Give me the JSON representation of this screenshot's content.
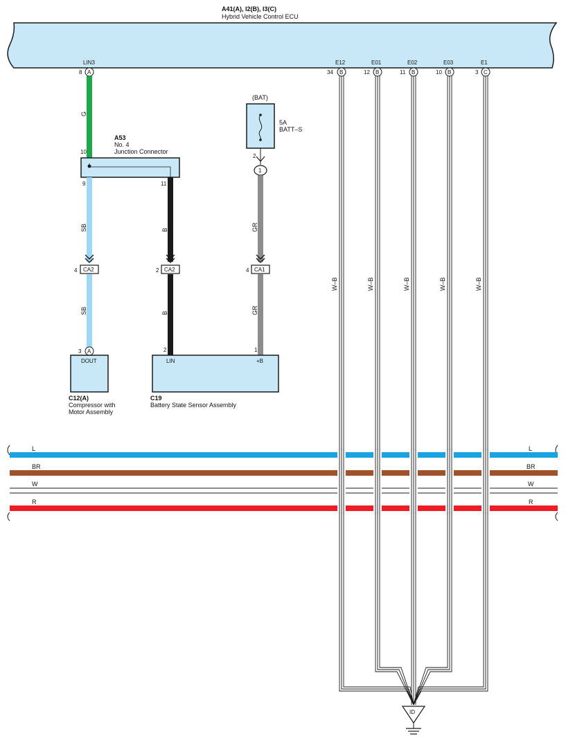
{
  "ecu": {
    "code": "A41(A), I2(B), I3(C)",
    "name": "Hybrid Vehicle Control ECU",
    "fill_color": "#c8e8f8",
    "terminals": [
      {
        "name": "LIN3",
        "pin": "8",
        "conn": "A"
      },
      {
        "name": "E12",
        "pin": "34",
        "conn": "B"
      },
      {
        "name": "E01",
        "pin": "12",
        "conn": "B"
      },
      {
        "name": "E02",
        "pin": "11",
        "conn": "B"
      },
      {
        "name": "E03",
        "pin": "10",
        "conn": "B"
      },
      {
        "name": "E1",
        "pin": "3",
        "conn": "C"
      }
    ]
  },
  "junction": {
    "code": "A53",
    "line1": "No.  4",
    "line2": "Junction Connector",
    "pin_in": "10",
    "pin_out_left": "9",
    "pin_out_right": "11"
  },
  "fuse": {
    "source": "(BAT)",
    "rating": "5A",
    "name": "BATT–S",
    "pin": "2",
    "splice": "1"
  },
  "wires": {
    "lin3": {
      "color_code": "G",
      "color": "#1aa84a"
    },
    "sb": {
      "color_code": "SB",
      "color": "#9fd8f4"
    },
    "b": {
      "color_code": "B",
      "color": "#1a1a1a"
    },
    "gr": {
      "color_code": "GR",
      "color": "#8c8c8c"
    },
    "ground": {
      "color_code": "W–B"
    }
  },
  "connectors": [
    {
      "pin": "4",
      "name": "CA2"
    },
    {
      "pin": "2",
      "name": "CA2"
    },
    {
      "pin": "4",
      "name": "CA1"
    }
  ],
  "compressor": {
    "code": "C12(A)",
    "line1": "Compressor with",
    "line2": "Motor Assembly",
    "terminal": "DOUT",
    "pin": "3",
    "conn": "A"
  },
  "battery_sensor": {
    "code": "C19",
    "name": "Battery State Sensor Assembly",
    "term_left": "LIN",
    "term_right": "+B",
    "pin_left": "2",
    "pin_right": "1"
  },
  "buses": [
    {
      "code": "L",
      "color": "#1aa3e0"
    },
    {
      "code": "BR",
      "color": "#a0522d"
    },
    {
      "code": "W",
      "color": "#ffffff"
    },
    {
      "code": "R",
      "color": "#ee1c25"
    }
  ],
  "ground_point": {
    "label": "ID"
  }
}
